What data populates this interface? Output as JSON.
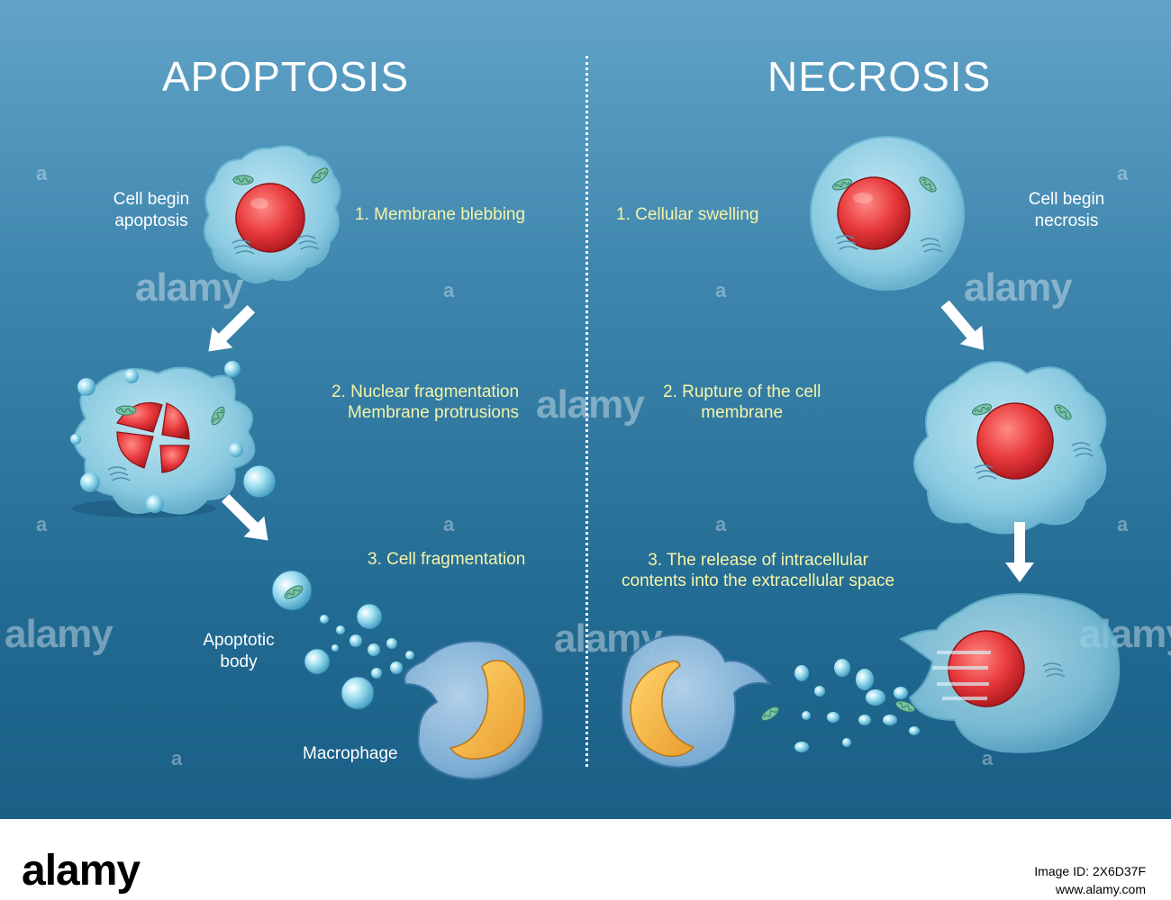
{
  "titles": {
    "left": "APOPTOSIS",
    "right": "NECROSIS"
  },
  "apoptosis": {
    "start_label": [
      "Cell begin",
      "apoptosis"
    ],
    "step1": "1. Membrane blebbing",
    "step2": [
      "2. Nuclear fragmentation",
      "Membrane protrusions"
    ],
    "step3": "3. Cell fragmentation",
    "apoptotic_body": [
      "Apoptotic",
      "body"
    ],
    "macrophage": "Macrophage"
  },
  "necrosis": {
    "start_label": [
      "Cell begin",
      "necrosis"
    ],
    "step1": "1. Cellular swelling",
    "step2": [
      "2. Rupture of the cell",
      "membrane"
    ],
    "step3": [
      "3. The release of intracellular",
      "contents into the extracellular space"
    ]
  },
  "watermark": {
    "brand": "alamy",
    "mark": "a"
  },
  "footer": {
    "brand": "alamy",
    "image_id_label": "Image ID: 2X6D37F",
    "site": "www.alamy.com"
  },
  "colors": {
    "background_top": "#62a3c8",
    "background_bottom": "#1a5f86",
    "label_yellow": "#f6f4a8",
    "nucleus_red": "#e8393c",
    "macrophage_nucleus": "#f3b84a",
    "cell_membrane": "#9cd3e6"
  },
  "icons": [
    "arrow-down-right",
    "arrow-down-left",
    "arrow-down",
    "mitochondria-icon",
    "vesicle-icon"
  ]
}
